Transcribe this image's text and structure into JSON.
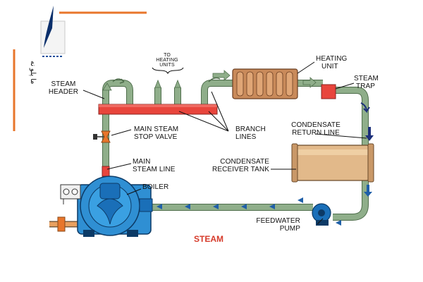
{
  "title": "STEAM",
  "logo_text": "ما پلو نه",
  "labels": {
    "to_heating_units_1": "TO",
    "to_heating_units_2": "HEATING",
    "to_heating_units_3": "UNITS",
    "steam_header_1": "STEAM",
    "steam_header_2": "HEADER",
    "heating_unit_1": "HEATING",
    "heating_unit_2": "UNIT",
    "steam_trap_1": "STEAM",
    "steam_trap_2": "TRAP",
    "main_stop_valve_1": "MAIN STEAM",
    "main_stop_valve_2": "STOP VALVE",
    "branch_lines_1": "BRANCH",
    "branch_lines_2": "LINES",
    "condensate_return_1": "CONDENSATE",
    "condensate_return_2": "RETURN LINE",
    "main_steam_line_1": "MAIN",
    "main_steam_line_2": "STEAM LINE",
    "condensate_receiver_1": "CONDENSATE",
    "condensate_receiver_2": "RECEIVER TANK",
    "boiler": "BOILER",
    "feedwater_pump_1": "FEEDWATER",
    "feedwater_pump_2": "PUMP"
  },
  "colors": {
    "pipe": "#8fae8a",
    "steam_header": "#e8453c",
    "steam_trap": "#e8453c",
    "boiler": "#2f8fd3",
    "receiver_tank": "#e2b98a",
    "heating_unit": "#c98a5a",
    "flow_arrow": "#1f5fa8",
    "accent_orange": "#e8762b",
    "title_red": "#d63a2a"
  }
}
